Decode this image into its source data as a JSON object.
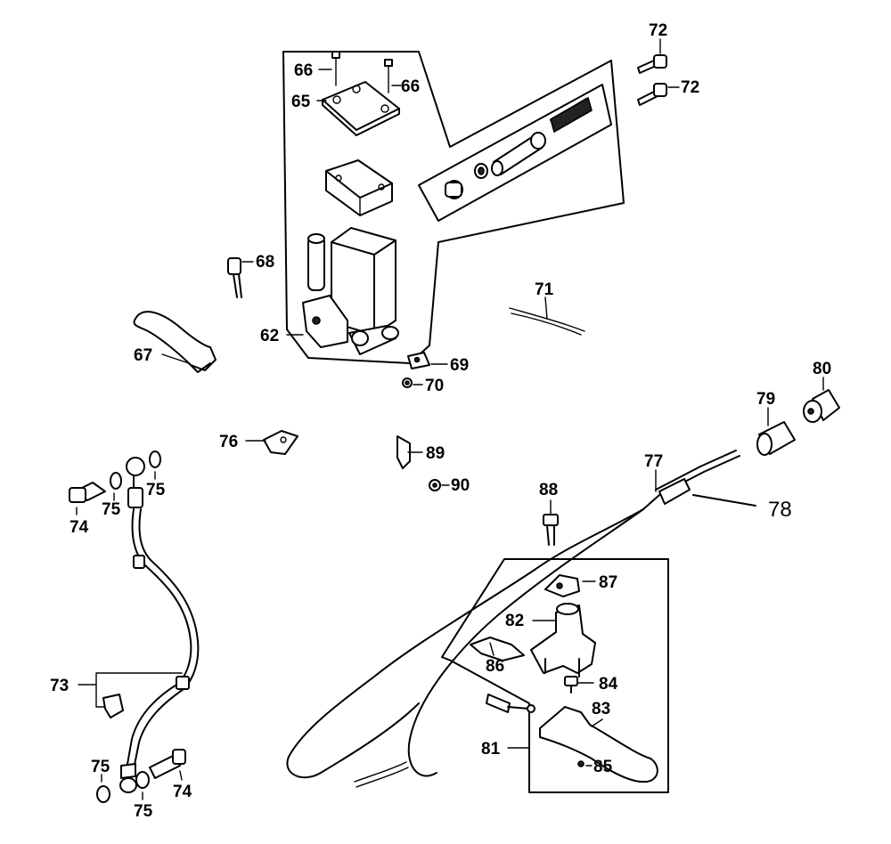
{
  "callouts": {
    "c62": "62",
    "c65": "65",
    "c66a": "66",
    "c66b": "66",
    "c67": "67",
    "c68": "68",
    "c69": "69",
    "c70": "70",
    "c71": "71",
    "c72a": "72",
    "c72b": "72",
    "c73": "73",
    "c74a": "74",
    "c74b": "74",
    "c75a": "75",
    "c75b": "75",
    "c75c": "75",
    "c75d": "75",
    "c76": "76",
    "c77": "77",
    "c78": "78",
    "c79": "79",
    "c80": "80",
    "c81": "81",
    "c82": "82",
    "c83": "83",
    "c84": "84",
    "c85": "85",
    "c86": "86",
    "c87": "87",
    "c88": "88",
    "c89": "89",
    "c90": "90"
  }
}
